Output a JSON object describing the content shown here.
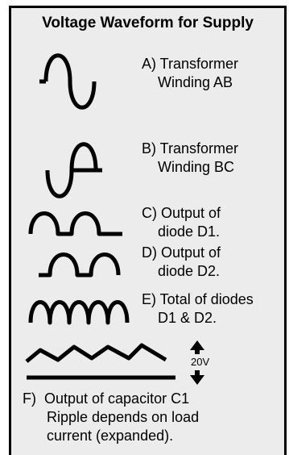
{
  "title": "Voltage Waveform for Supply",
  "items": [
    {
      "label": "A) Transformer\n    Winding AB"
    },
    {
      "label": "B) Transformer\n    Winding BC"
    },
    {
      "label": "C) Output of\n    diode D1."
    },
    {
      "label": "D) Output of\n    diode D2."
    },
    {
      "label": "E) Total of diodes\n    D1 & D2."
    }
  ],
  "ripple_voltage": "20V",
  "footer": "F)  Output of capacitor C1\n      Ripple depends on load\n      current (expanded)."
}
